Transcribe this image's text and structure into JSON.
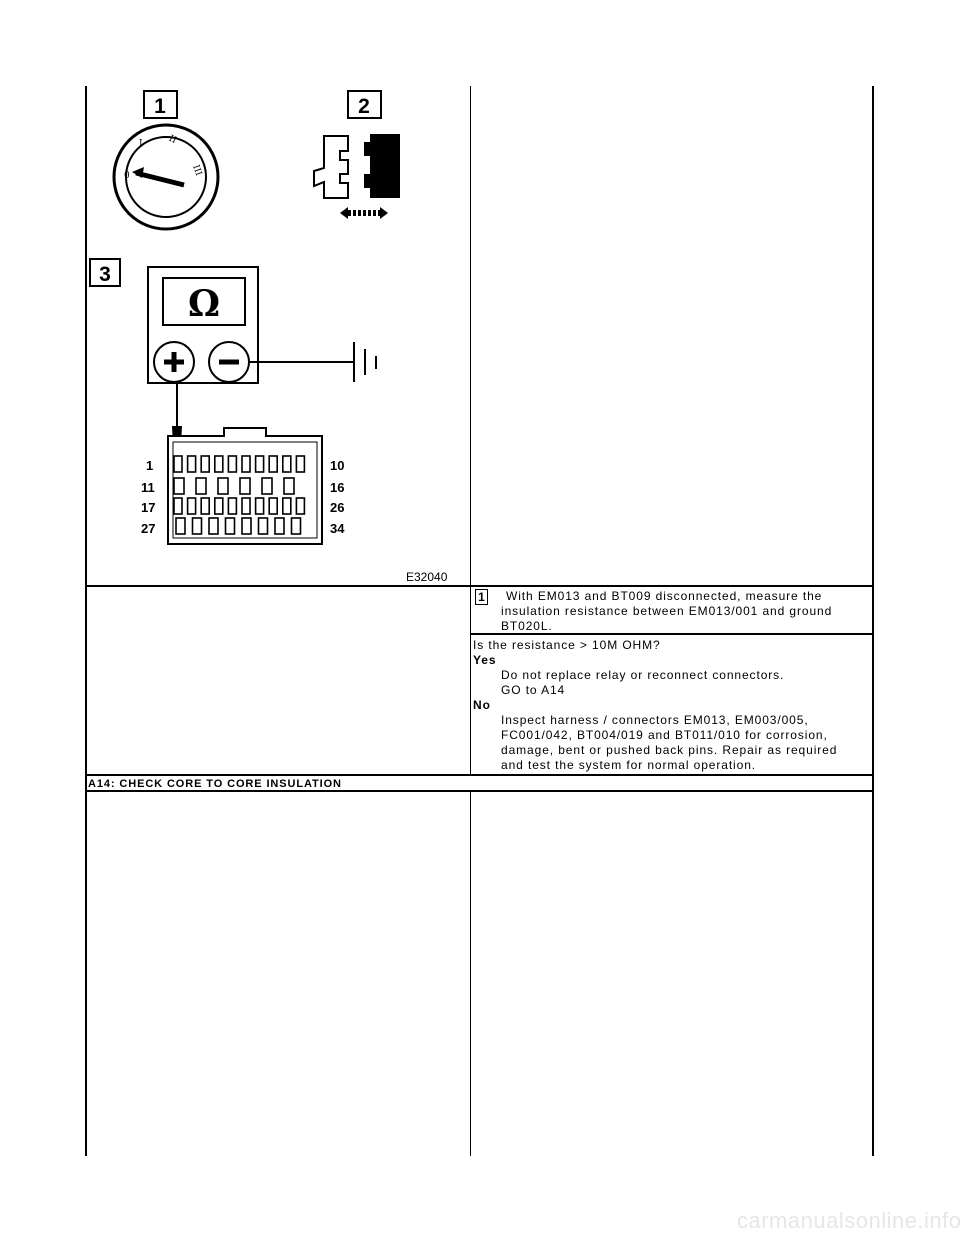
{
  "figure": {
    "callout_1": "1",
    "callout_2": "2",
    "callout_3": "3",
    "meter_symbol": "Ω",
    "plus": "+",
    "minus": "−",
    "pin_labels": {
      "p1": "1",
      "p10": "10",
      "p11": "11",
      "p16": "16",
      "p17": "17",
      "p26": "26",
      "p27": "27",
      "p34": "34"
    },
    "figure_id": "E32040"
  },
  "step": {
    "number": "1",
    "line1": "With EM013 and BT009 disconnected, measure the",
    "line2": "insulation resistance between EM013/001 and ground",
    "line3": "BT020L."
  },
  "decision": {
    "question": "Is the resistance > 10M OHM?",
    "yes_label": "Yes",
    "yes_line1": "Do not replace relay or reconnect connectors.",
    "yes_line2": "GO to A14",
    "no_label": "No",
    "no_line1": "Inspect harness / connectors EM013, EM003/005,",
    "no_line2": "FC001/042, BT004/019 and BT011/010 for corrosion,",
    "no_line3": "damage, bent or pushed back pins. Repair as required",
    "no_line4": "and test the system for normal operation."
  },
  "section": {
    "title": "A14: CHECK CORE TO CORE INSULATION"
  },
  "footer": {
    "watermark": "carmanualsonline.info"
  }
}
